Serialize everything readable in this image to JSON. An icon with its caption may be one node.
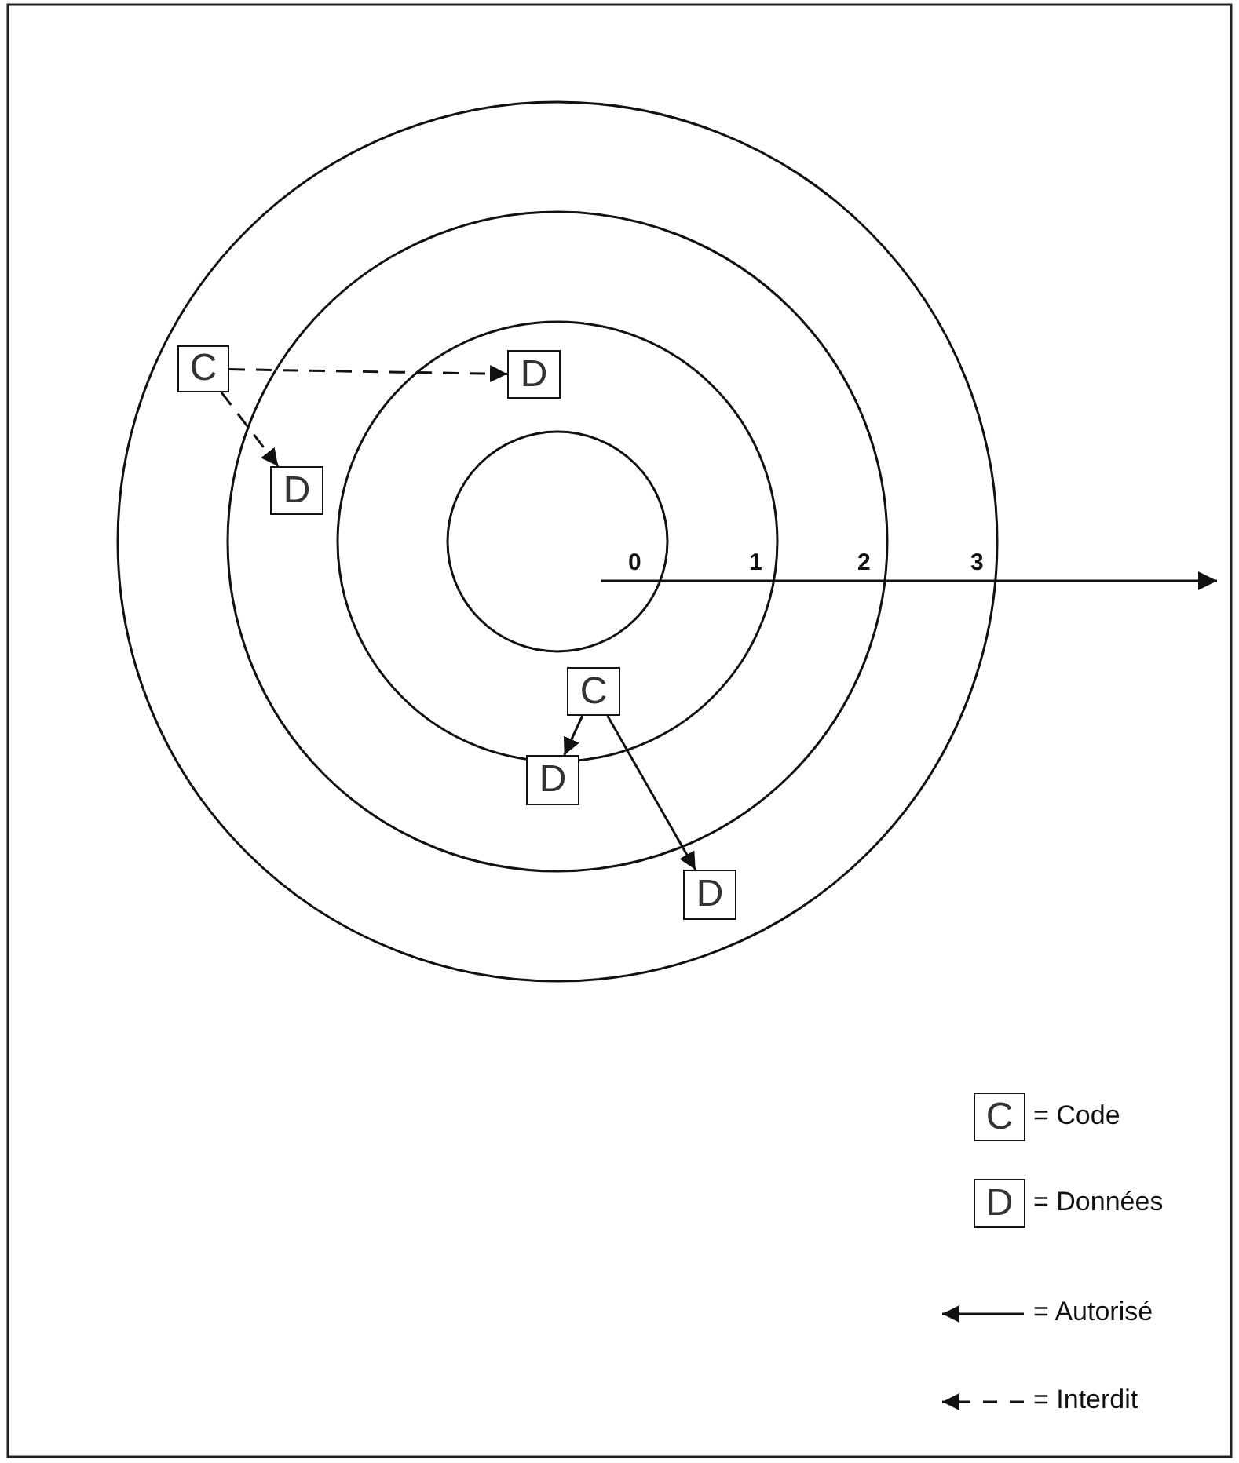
{
  "diagram": {
    "nodes": [
      {
        "text": [
          "C"
        ]
      },
      {
        "text": [
          "D"
        ]
      },
      {
        "text": [
          "D"
        ]
      },
      {
        "text": [
          "C"
        ]
      },
      {
        "text": [
          "D"
        ]
      },
      {
        "text": [
          "D"
        ]
      }
    ],
    "edges": [
      {
        "from": 0,
        "to": 1,
        "arrow": "to",
        "style": "dashed"
      },
      {
        "from": 0,
        "to": 2,
        "arrow": "to",
        "style": "dashed"
      },
      {
        "from": 3,
        "to": 4,
        "arrow": "to"
      },
      {
        "from": 3,
        "to": 5,
        "arrow": "to"
      }
    ],
    "labels": [
      "0",
      "1",
      "2",
      "3",
      "C",
      "D"
    ],
    "legend": [
      {
        "text": "= Code"
      },
      {
        "text": "= Données"
      },
      {
        "text": "= Autorisé"
      },
      {
        "text": "= Interdit"
      }
    ]
  }
}
